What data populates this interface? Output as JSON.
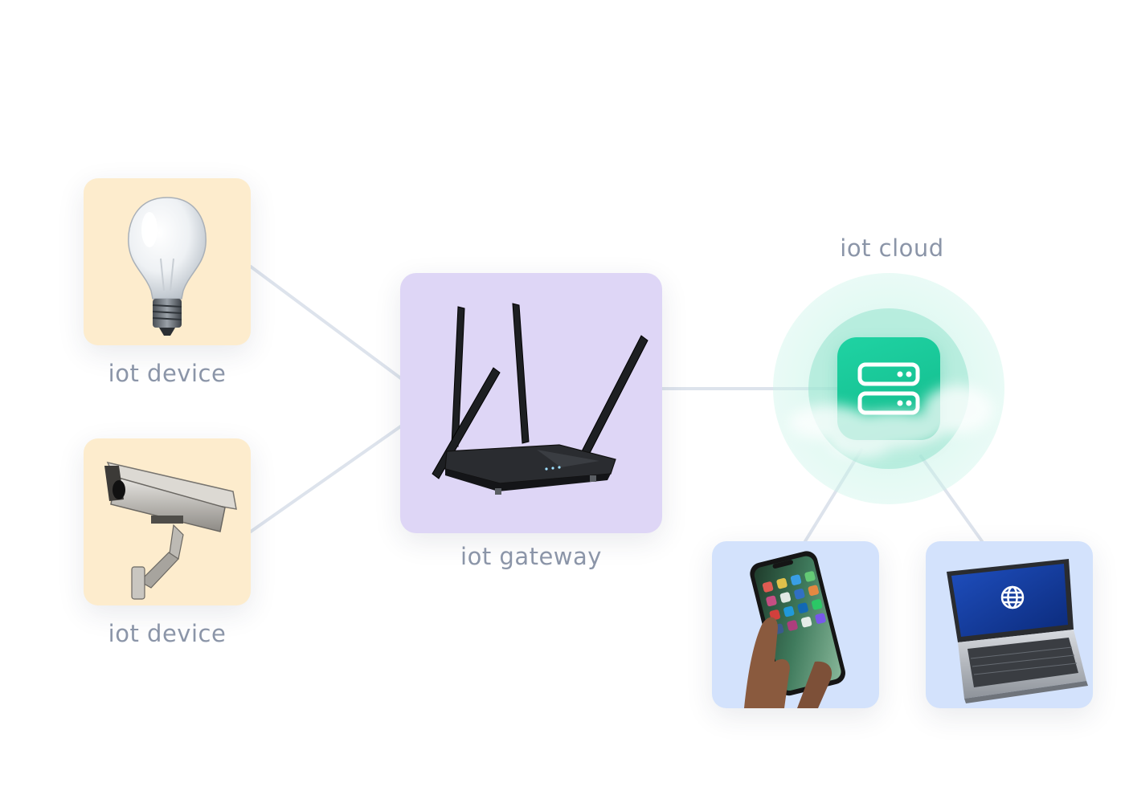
{
  "diagram": {
    "nodes": {
      "bulb": {
        "label": "iot device",
        "tile_color": "#fdeccd",
        "icon": "light-bulb"
      },
      "camera": {
        "label": "iot device",
        "tile_color": "#fdeccd",
        "icon": "security-camera"
      },
      "gateway": {
        "label": "iot gateway",
        "tile_color": "#ded6f6",
        "icon": "wifi-router"
      },
      "cloud": {
        "label": "iot cloud",
        "accent_color": "#16c496",
        "icon": "server-icon"
      },
      "phone": {
        "tile_color": "#d3e2fc",
        "icon": "smartphone"
      },
      "laptop": {
        "tile_color": "#d3e2fc",
        "icon": "laptop"
      }
    },
    "edges": [
      {
        "from": "bulb",
        "to": "gateway"
      },
      {
        "from": "camera",
        "to": "gateway"
      },
      {
        "from": "gateway",
        "to": "cloud"
      },
      {
        "from": "cloud",
        "to": "phone"
      },
      {
        "from": "cloud",
        "to": "laptop"
      }
    ],
    "connector_color": "#dde3ec"
  }
}
